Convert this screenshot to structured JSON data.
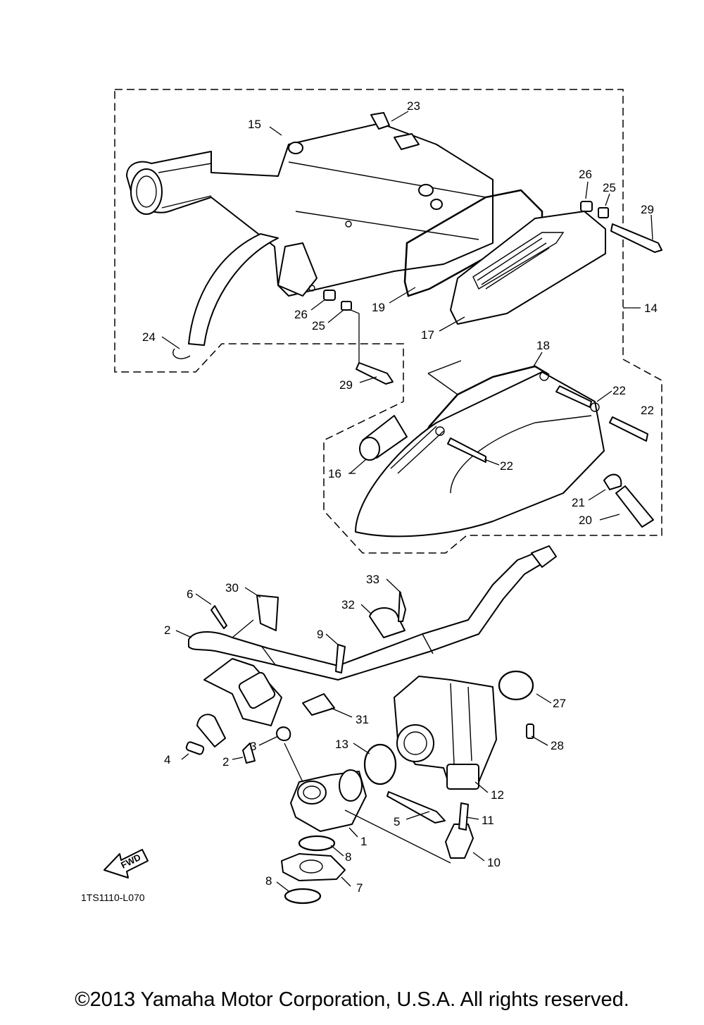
{
  "diagram": {
    "code": "1TS1110-L070",
    "fwd_label": "FWD",
    "copyright": "©2013 Yamaha Motor Corporation, U.S.A. All rights reserved.",
    "callouts": {
      "c1": "1",
      "c2a": "2",
      "c2b": "2",
      "c3": "3",
      "c4": "4",
      "c5": "5",
      "c6": "6",
      "c7": "7",
      "c8a": "8",
      "c8b": "8",
      "c9": "9",
      "c10": "10",
      "c11": "11",
      "c12": "12",
      "c13": "13",
      "c14": "14",
      "c15": "15",
      "c16": "16",
      "c17": "17",
      "c18": "18",
      "c19": "19",
      "c20": "20",
      "c21": "21",
      "c22a": "22",
      "c22b": "22",
      "c22c": "22",
      "c23": "23",
      "c24": "24",
      "c25a": "25",
      "c25b": "25",
      "c26a": "26",
      "c26b": "26",
      "c27": "27",
      "c28": "28",
      "c29a": "29",
      "c29b": "29",
      "c30": "30",
      "c31": "31",
      "c32": "32",
      "c33": "33"
    }
  }
}
